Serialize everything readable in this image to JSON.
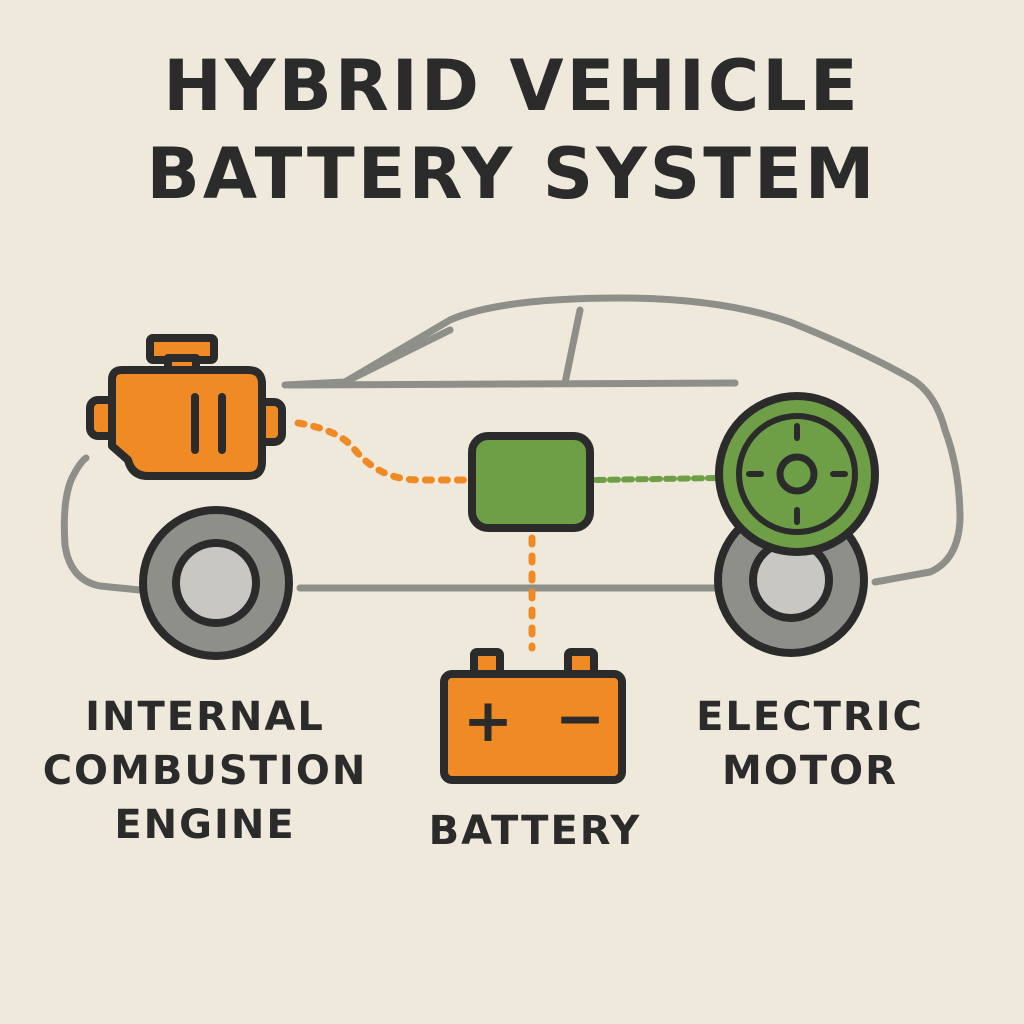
{
  "title": {
    "line1": "HYBRID VEHICLE",
    "line2": "BATTERY SYSTEM"
  },
  "components": {
    "engine": {
      "label_lines": [
        "INTERNAL",
        "COMBUSTION",
        "ENGINE"
      ],
      "icon": "engine-icon",
      "color": "#f08a24"
    },
    "battery": {
      "label_lines": [
        "BATTERY"
      ],
      "icon": "battery-icon",
      "color": "#f08a24",
      "terminal_plus": "+",
      "terminal_minus": "−"
    },
    "motor": {
      "label_lines": [
        "ELECTRIC",
        "MOTOR"
      ],
      "icon": "electric-motor-icon",
      "color": "#6e9e45"
    },
    "controller": {
      "icon": "power-controller-icon",
      "color": "#6e9e45"
    }
  },
  "colors": {
    "background": "#efe9dc",
    "outline": "#2b2b2b",
    "car_body": "#8f8f8a",
    "orange": "#f08a24",
    "green": "#6e9e45",
    "wheel_rim": "#c9c7c2"
  }
}
